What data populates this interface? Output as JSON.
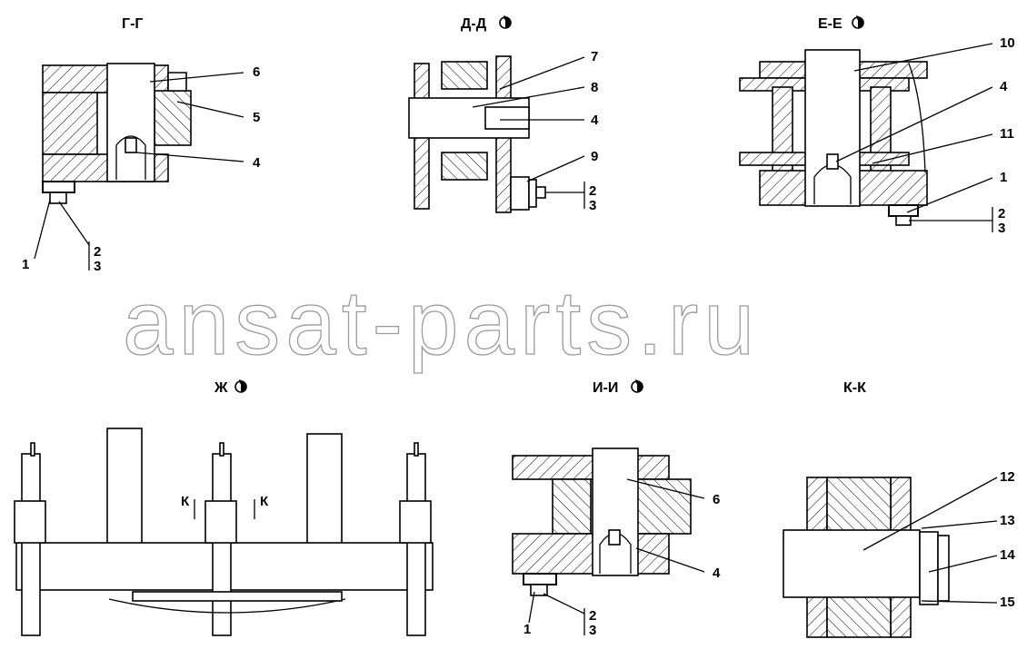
{
  "watermark": "ansat-parts.ru",
  "views": {
    "gg": {
      "caption": "Г-Г",
      "callouts": [
        "6",
        "5",
        "4",
        "1"
      ],
      "ref_top": "2",
      "ref_bottom": "3"
    },
    "dd": {
      "caption": "Д-Д",
      "callouts": [
        "7",
        "8",
        "4",
        "9"
      ],
      "ref_top": "2",
      "ref_bottom": "3"
    },
    "ee": {
      "caption": "Е-Е",
      "callouts": [
        "10",
        "4",
        "11",
        "1"
      ],
      "ref_top": "2",
      "ref_bottom": "3"
    },
    "zh": {
      "caption": "Ж",
      "section_mark": "К"
    },
    "ii": {
      "caption": "И-И",
      "callouts": [
        "6",
        "4",
        "1"
      ],
      "ref_top": "2",
      "ref_bottom": "3"
    },
    "kk": {
      "caption": "К-К",
      "callouts": [
        "12",
        "13",
        "14",
        "15"
      ]
    }
  },
  "icons": [
    "view-rotation-icon"
  ]
}
